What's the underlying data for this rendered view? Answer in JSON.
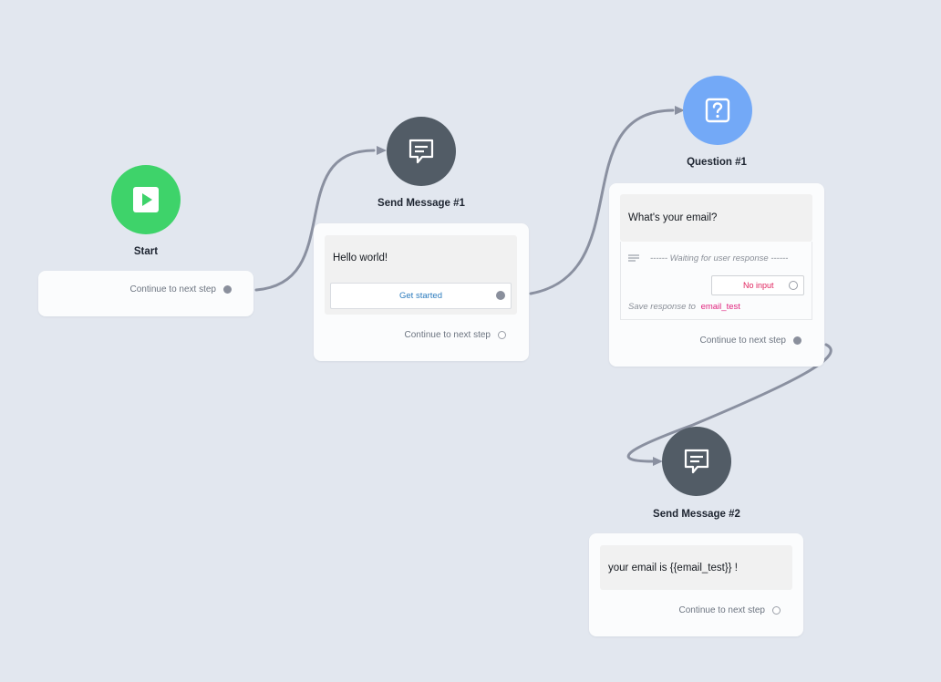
{
  "colors": {
    "canvas_bg": "#e2e7ef",
    "start_node": "#3ed36a",
    "message_node": "#525c66",
    "question_node": "#73a9f7",
    "edge": "#8a90a0",
    "variable_pink": "#e0247e",
    "button_blue": "#2b7bbd"
  },
  "nodes": {
    "start": {
      "icon": "play-icon",
      "title": "Start",
      "continue_label": "Continue to next step"
    },
    "send_message_1": {
      "icon": "chat-icon",
      "title": "Send Message #1",
      "message": "Hello world!",
      "quick_reply": "Get started",
      "continue_label": "Continue to next step"
    },
    "question_1": {
      "icon": "question-icon",
      "title": "Question #1",
      "question": "What's your email?",
      "waiting_text": "------ Waiting for user response ------",
      "no_input_label": "No input",
      "save_label": "Save response to",
      "save_variable": "email_test",
      "continue_label": "Continue to next step"
    },
    "send_message_2": {
      "icon": "chat-icon",
      "title": "Send Message #2",
      "message": "your email is {{email_test}} !",
      "continue_label": "Continue to next step"
    }
  }
}
